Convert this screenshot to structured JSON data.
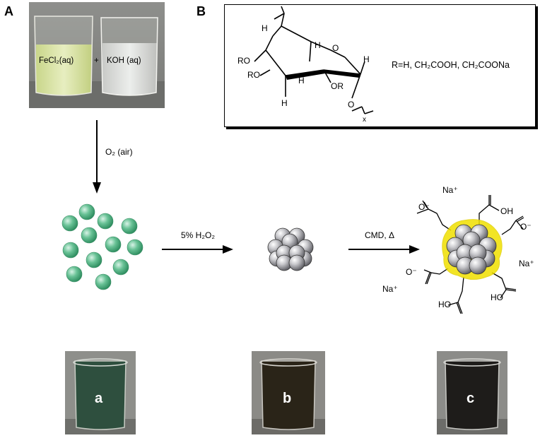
{
  "panels": {
    "a_label": "A",
    "b_label": "B"
  },
  "top_photo": {
    "left_beaker_text": "FeCl₂(aq)",
    "plus": "+",
    "right_beaker_text": "KOH (aq)"
  },
  "structure": {
    "r_groups": "R=H, CH₂COOH, CH₂COONa",
    "atoms": {
      "h1": "H",
      "h2": "H",
      "h3": "H",
      "h4": "H",
      "h5": "H",
      "o_ring": "O",
      "o_link": "O",
      "ro1": "RO",
      "ro2": "RO",
      "or": "OR",
      "x": "x"
    }
  },
  "arrows": {
    "oxidation": "O₂ (air)",
    "peroxide": "5% H₂O₂",
    "coating": "CMD, Δ"
  },
  "functional_groups": {
    "na1": "Na⁺",
    "na2": "Na⁺",
    "na3": "Na⁺",
    "coo1": "O⁻",
    "coo2": "O⁻",
    "coo3": "O⁻",
    "oh1": "OH",
    "oh2": "HO",
    "oh3": "HO"
  },
  "beakers": [
    {
      "label": "a",
      "liquid_color": "#2e4f3e"
    },
    {
      "label": "b",
      "liquid_color": "#2a2418"
    },
    {
      "label": "c",
      "liquid_color": "#1e1c1a"
    }
  ],
  "colors": {
    "green_particle": "#3fa67a",
    "gray_particle": "#a8a8ac",
    "coating": "#f0e000"
  }
}
